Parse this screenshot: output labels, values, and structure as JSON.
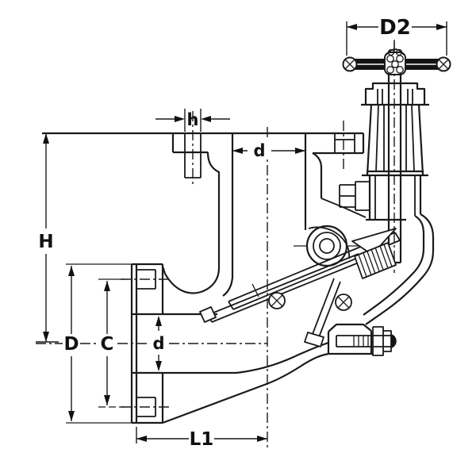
{
  "drawing": {
    "labels": {
      "d2": "D2",
      "h": "h",
      "d_top": "d",
      "height": "H",
      "flange_od": "D",
      "bolt_circle": "C",
      "d_inlet": "d",
      "l1": "L1"
    }
  }
}
